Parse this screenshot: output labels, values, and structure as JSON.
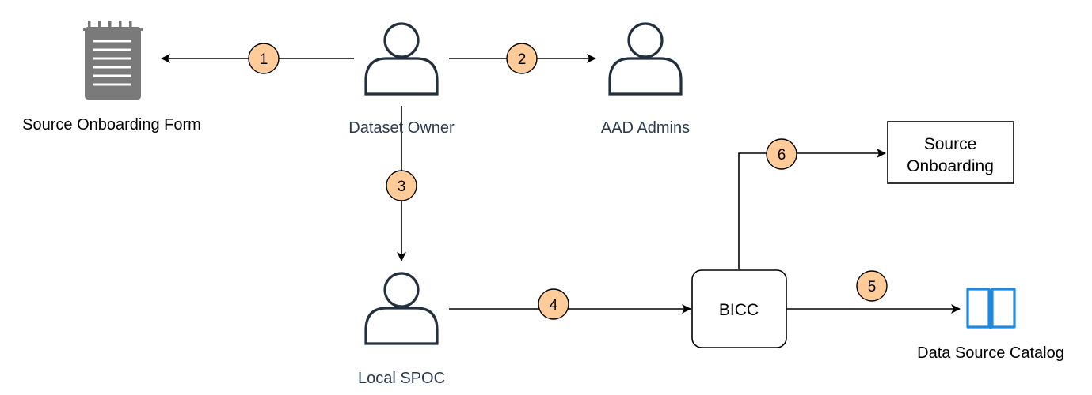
{
  "colors": {
    "step_fill": "#ffcc99",
    "person_stroke": "#232f3e",
    "person_label": "#2b3a4f",
    "form_icon": "#7a7a7a",
    "catalog_icon": "#1e88e5",
    "edge": "#000000"
  },
  "nodes": {
    "form": {
      "label": "Source Onboarding Form",
      "icon": "notepad-icon"
    },
    "dataset_owner": {
      "label": "Dataset Owner",
      "icon": "user-icon"
    },
    "aad_admins": {
      "label": "AAD Admins",
      "icon": "user-icon"
    },
    "local_spoc": {
      "label": "Local SPOC",
      "icon": "user-icon"
    },
    "bicc": {
      "label": "BICC"
    },
    "source_onboarding": {
      "line1": "Source",
      "line2": "Onboarding"
    },
    "catalog": {
      "label": "Data Source Catalog",
      "icon": "book-icon"
    }
  },
  "steps": [
    "1",
    "2",
    "3",
    "4",
    "5",
    "6"
  ]
}
